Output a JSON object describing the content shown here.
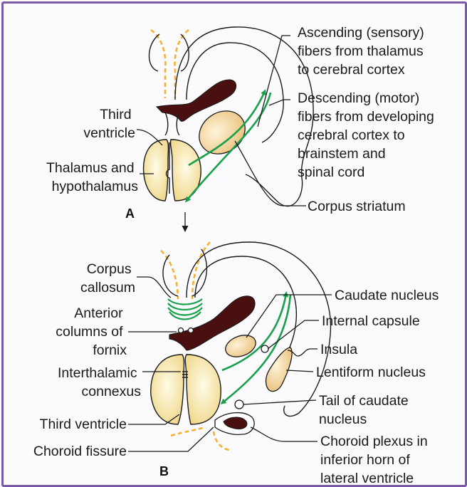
{
  "panels": {
    "a": "A",
    "b": "B"
  },
  "panel_a": {
    "labels": {
      "third_ventricle": [
        "Third",
        "ventricle"
      ],
      "thalamus": [
        "Thalamus and",
        "hypothalamus"
      ],
      "ascending": [
        "Ascending (sensory)",
        "fibers from thalamus",
        "to cerebral cortex"
      ],
      "descending": [
        "Descending (motor)",
        "fibers from developing",
        "cerebral cortex to",
        "brainstem and",
        "spinal cord"
      ],
      "corpus_striatum": [
        "Corpus striatum"
      ]
    }
  },
  "panel_b": {
    "labels": {
      "corpus_callosum": [
        "Corpus",
        "callosum"
      ],
      "anterior_columns": [
        "Anterior",
        "columns of",
        "fornix"
      ],
      "interthalamic": [
        "Interthalamic",
        "connexus"
      ],
      "third_ventricle": [
        "Third ventricle"
      ],
      "choroid_fissure": [
        "Choroid fissure"
      ],
      "caudate": [
        "Caudate nucleus"
      ],
      "internal_capsule": [
        "Internal capsule"
      ],
      "insula": [
        "Insula"
      ],
      "lentiform": [
        "Lentiform nucleus"
      ],
      "tail_caudate": [
        "Tail of caudate",
        "nucleus"
      ],
      "choroid_plexus": [
        "Choroid plexus in",
        "inferior horn of",
        "lateral ventricle"
      ]
    }
  },
  "colors": {
    "border": "#7b5aa6",
    "fibers": "#18a04a",
    "dashed_line": "#f3b233",
    "ventricle": "#4a100f",
    "nucleus_fill": "#f6e7ad"
  }
}
